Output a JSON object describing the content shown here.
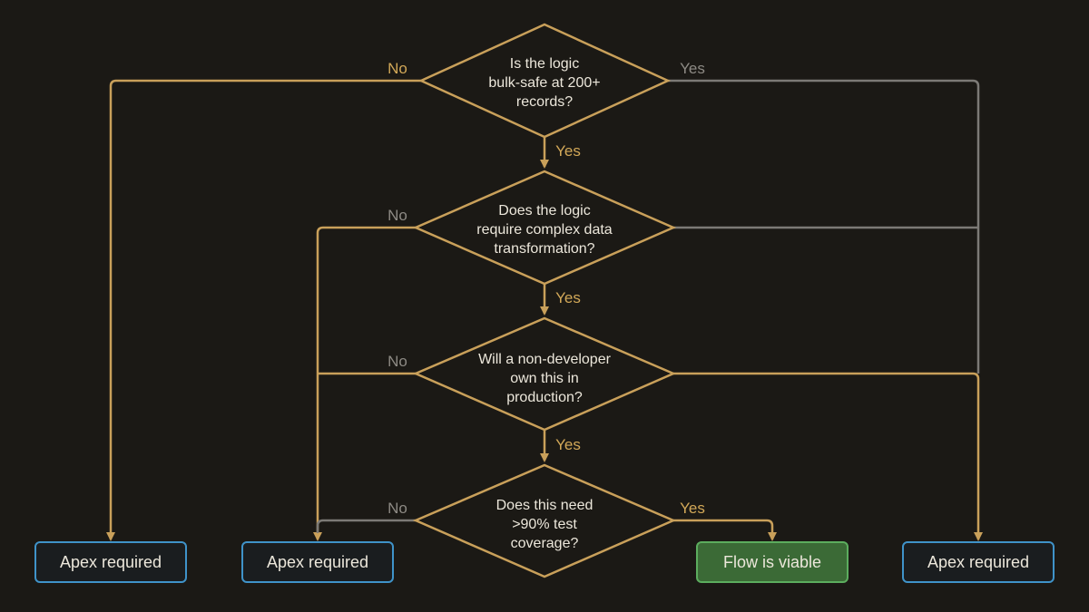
{
  "decisions": [
    {
      "lines": [
        "Is the logic",
        "bulk-safe at 200+",
        "records?"
      ],
      "no_label": "No",
      "yes_label": "Yes",
      "down_label": "Yes"
    },
    {
      "lines": [
        "Does the logic",
        "require complex data",
        "transformation?"
      ],
      "no_label": "No",
      "down_label": "Yes"
    },
    {
      "lines": [
        "Will a non-developer",
        "own this in",
        "production?"
      ],
      "no_label": "No",
      "down_label": "Yes"
    },
    {
      "lines": [
        "Does this need",
        ">90% test",
        "coverage?"
      ],
      "no_label": "No",
      "yes_label": "Yes"
    }
  ],
  "outcomes": [
    {
      "label": "Apex required",
      "type": "apex"
    },
    {
      "label": "Apex required",
      "type": "apex"
    },
    {
      "label": "Flow is viable",
      "type": "flow"
    },
    {
      "label": "Apex required",
      "type": "apex"
    }
  ],
  "colors": {
    "background": "#1b1915",
    "gold_path": "#c9a05a",
    "grey_path": "#7c7a76",
    "apex_border": "#3f93c9",
    "flow_border": "#5cad5e",
    "flow_fill": "#3b6a36"
  }
}
